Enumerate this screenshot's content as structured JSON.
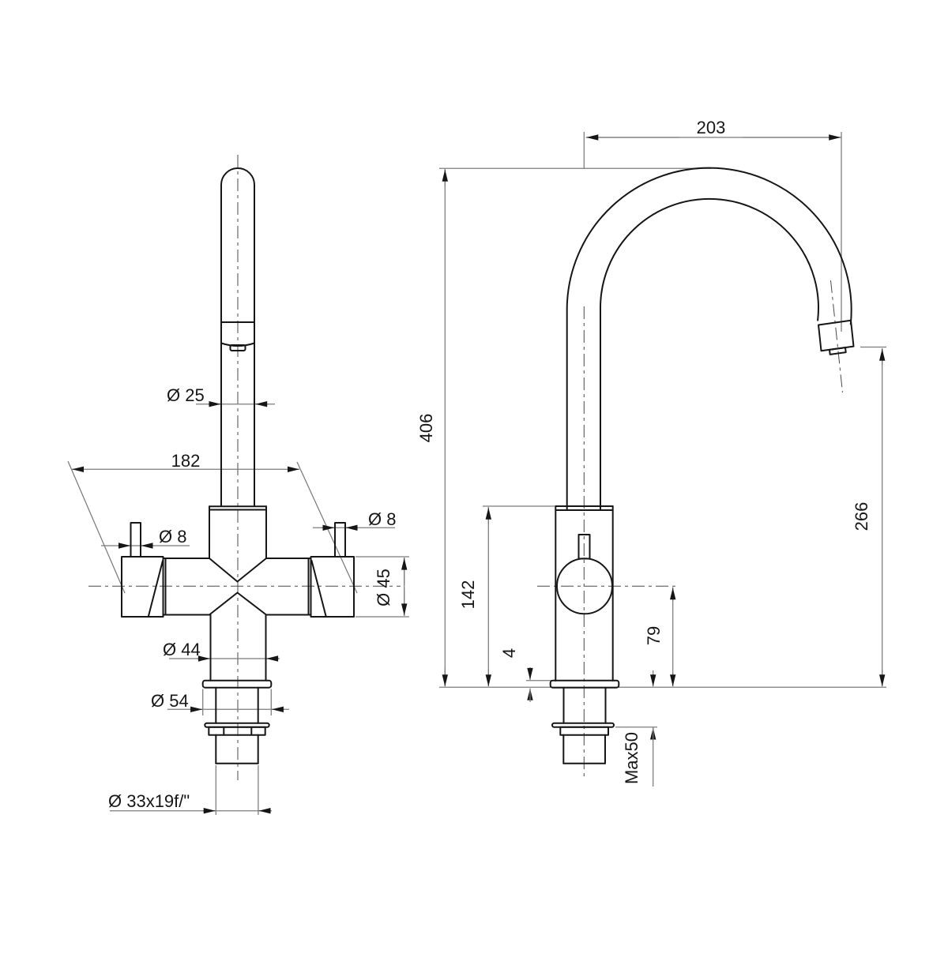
{
  "drawing": {
    "front_view": {
      "labels": {
        "spout_diameter": "Ø 25",
        "overall_width": "182",
        "left_lever_diameter": "Ø 8",
        "right_lever_diameter": "Ø 8",
        "body_diameter": "Ø 45",
        "column_diameter": "Ø 44",
        "base_flange_diameter": "Ø 54",
        "thread_spec": "Ø 33x19f/\""
      }
    },
    "side_view": {
      "labels": {
        "spout_reach": "203",
        "overall_height": "406",
        "outlet_height": "266",
        "body_height": "142",
        "handle_center_height": "79",
        "base_plate_thickness": "4",
        "max_worktop_thickness": "Max50"
      }
    }
  }
}
